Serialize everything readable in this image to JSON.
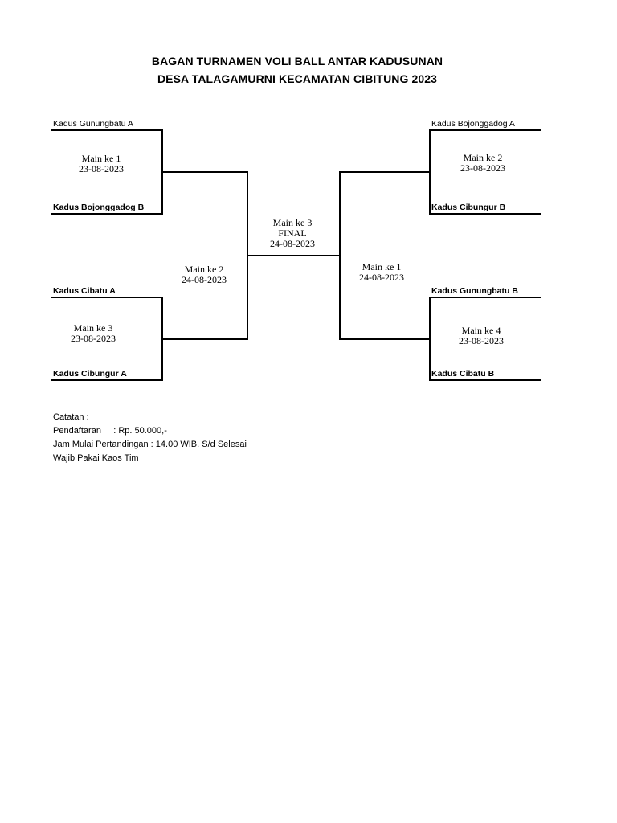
{
  "header": {
    "title_line1": "BAGAN TURNAMEN VOLI BALL ANTAR KADUSUNAN",
    "title_line2": "DESA TALAGAMURNI KECAMATAN CIBITUNG 2023"
  },
  "left_bracket": {
    "top_pair": {
      "team_a": "Kadus Gunungbatu A",
      "team_b": "Kadus Bojonggadog B",
      "match_label": "Main ke 1",
      "match_date": "23-08-2023"
    },
    "bottom_pair": {
      "team_a": "Kadus Cibatu A",
      "team_b": "Kadus Cibungur A",
      "match_label": "Main ke 3",
      "match_date": "23-08-2023"
    },
    "semifinal": {
      "match_label": "Main ke 2",
      "match_date": "24-08-2023"
    }
  },
  "right_bracket": {
    "top_pair": {
      "team_a": "Kadus Bojonggadog A",
      "team_b": "Kadus Cibungur B",
      "match_label": "Main ke 2",
      "match_date": "23-08-2023"
    },
    "bottom_pair": {
      "team_a": "Kadus Gunungbatu B",
      "team_b": "Kadus Cibatu B",
      "match_label": "Main ke 4",
      "match_date": "23-08-2023"
    },
    "semifinal": {
      "match_label": "Main ke 1",
      "match_date": "24-08-2023"
    }
  },
  "final": {
    "match_label": "Main ke 3",
    "stage": "FINAL",
    "match_date": "24-08-2023"
  },
  "notes": {
    "heading": "Catatan :",
    "fee": "Pendaftaran     : Rp. 50.000,-",
    "start_time": "Jam Mulai Pertandingan : 14.00 WIB. S/d Selesai",
    "dress_code": "Wajib Pakai Kaos Tim"
  }
}
